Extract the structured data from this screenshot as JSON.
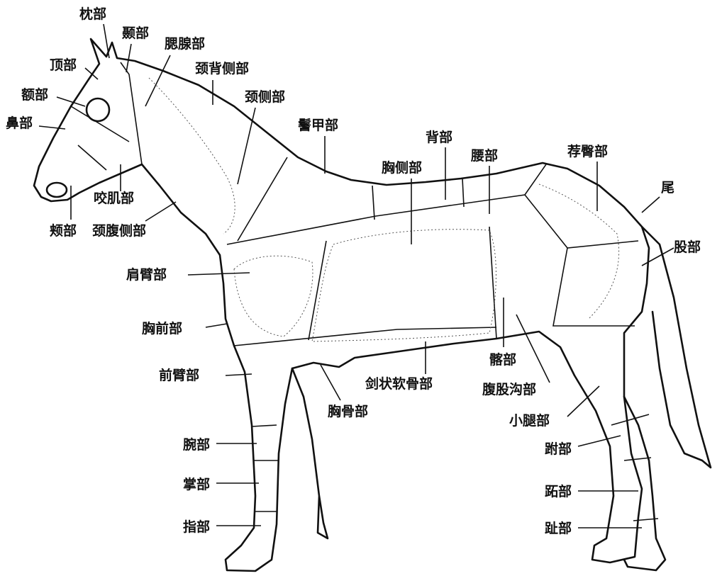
{
  "caption": "",
  "labels": {
    "occipital": "枕部",
    "temporal": "颞部",
    "parotid": "腮腺部",
    "poll": "顶部",
    "forehead": "额部",
    "nose": "鼻部",
    "dorsal_neck": "颈背侧部",
    "lateral_neck": "颈侧部",
    "withers": "鬐甲部",
    "back": "背部",
    "lateral_chest": "胸侧部",
    "loin": "腰部",
    "croup": "荐臀部",
    "tail": "尾",
    "masseter": "咬肌部",
    "cheek": "颊部",
    "ventral_neck": "颈腹侧部",
    "thigh": "股部",
    "shoulder_arm": "肩臂部",
    "presternal": "胸前部",
    "flank": "髂部",
    "forearm": "前臂部",
    "xiphoid": "剑状软骨部",
    "inguinal": "腹股沟部",
    "sternal": "胸骨部",
    "leg": "小腿部",
    "tarsus": "跗部",
    "carpus": "腕部",
    "metacarpus": "掌部",
    "metatarsus": "跖部",
    "finger": "指部",
    "toe": "趾部"
  }
}
